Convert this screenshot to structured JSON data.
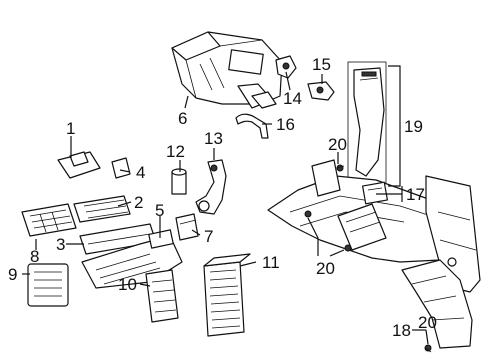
{
  "callouts": {
    "c1": "1",
    "c2": "2",
    "c3": "3",
    "c4": "4",
    "c5": "5",
    "c6": "6",
    "c7": "7",
    "c8": "8",
    "c9": "9",
    "c10": "10",
    "c11": "11",
    "c12": "12",
    "c13": "13",
    "c14": "14",
    "c15": "15",
    "c16": "16",
    "c17": "17",
    "c18": "18",
    "c19": "19",
    "c20a": "20",
    "c20b": "20",
    "c20c": "20"
  }
}
